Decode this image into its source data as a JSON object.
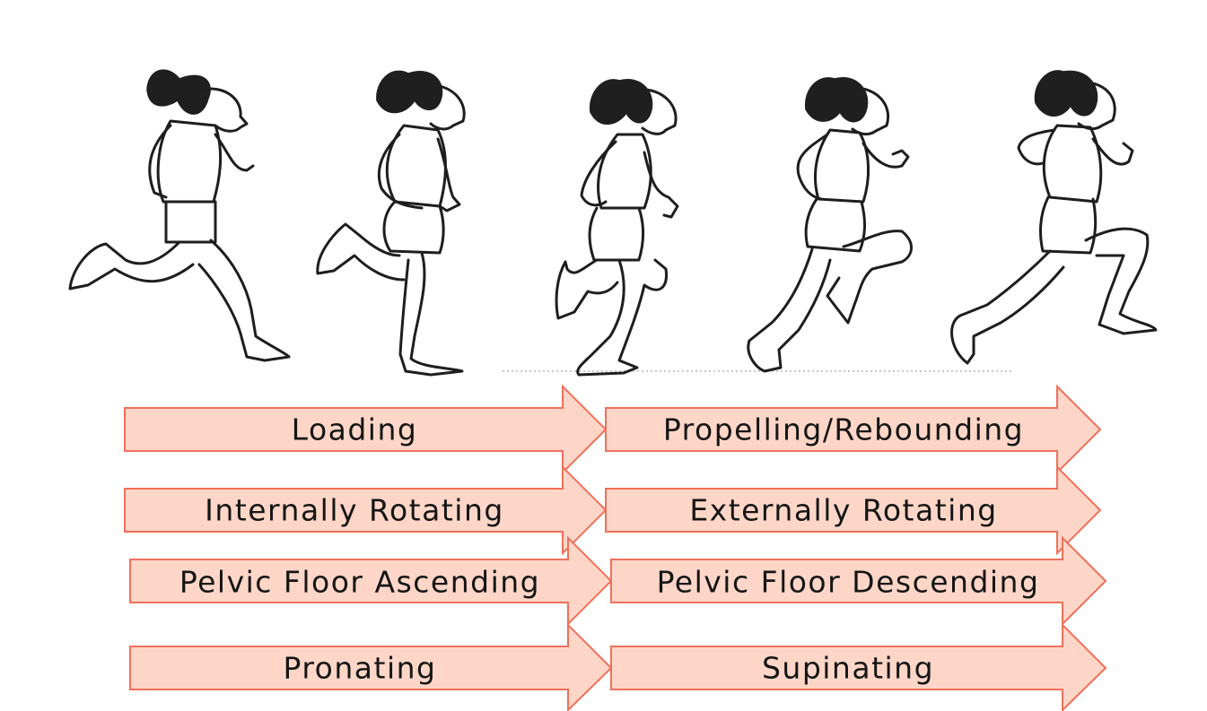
{
  "runners": [
    {
      "name": "runner-1"
    },
    {
      "name": "runner-2"
    },
    {
      "name": "runner-3"
    },
    {
      "name": "runner-4"
    },
    {
      "name": "runner-5"
    }
  ],
  "phases": [
    {
      "left": "Loading",
      "right": "Propelling/Rebounding"
    },
    {
      "left": "Internally Rotating",
      "right": "Externally Rotating"
    },
    {
      "left": "Pelvic Floor Ascending",
      "right": "Pelvic Floor Descending"
    },
    {
      "left": "Pronating",
      "right": "Supinating"
    }
  ],
  "colors": {
    "arrow_fill": "#fdd6c8",
    "arrow_stroke": "#f0705a",
    "ink": "#1e1e1e"
  }
}
